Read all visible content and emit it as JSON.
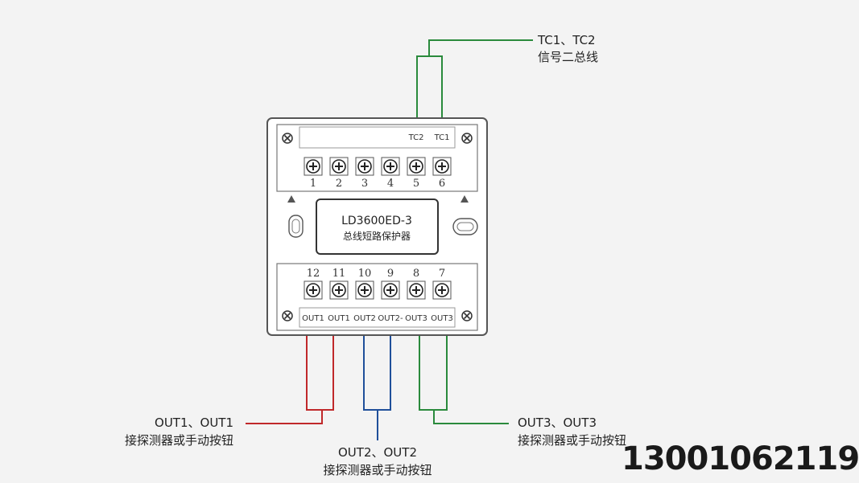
{
  "device": {
    "model": "LD3600ED-3",
    "name": "总线短路保护器",
    "top_terminals": [
      "1",
      "2",
      "3",
      "4",
      "5",
      "6"
    ],
    "bottom_terminals": [
      "12",
      "11",
      "10",
      "9",
      "8",
      "7"
    ],
    "top_strip_labels": [
      "TC2",
      "TC1"
    ],
    "bottom_strip_labels": [
      "OUT1",
      "OUT1",
      "OUT2",
      "OUT2-",
      "OUT3",
      "OUT3"
    ]
  },
  "callouts": {
    "tc_line1": "TC1、TC2",
    "tc_line2": "信号二总线",
    "out1_line1": "OUT1、OUT1",
    "out1_line2": "接探测器或手动按钮",
    "out2_line1": "OUT2、OUT2",
    "out2_line2": "接探测器或手动按钮",
    "out3_line1": "OUT3、OUT3",
    "out3_line2": "接探测器或手动按钮"
  },
  "phone": "13001062119",
  "colors": {
    "green": "#2a8a3c",
    "red": "#c0282a",
    "blue": "#1f4f9a"
  },
  "icons": {
    "terminal": "screw-terminal-icon",
    "mount": "mounting-screw-icon"
  }
}
